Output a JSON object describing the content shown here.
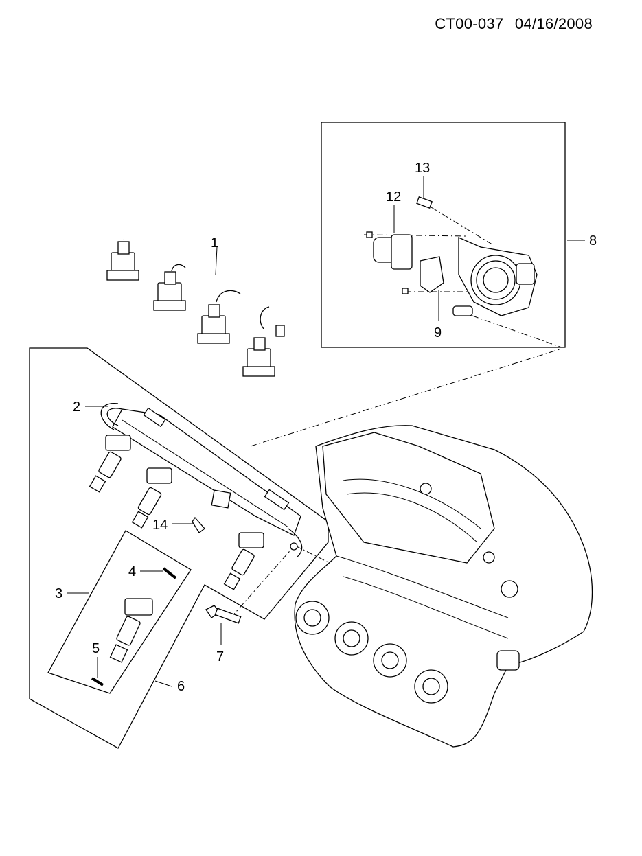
{
  "header": {
    "doc_code": "CT00-037",
    "doc_date": "04/16/2008"
  },
  "callouts": {
    "c1": "1",
    "c2": "2",
    "c3": "3",
    "c4": "4",
    "c5": "5",
    "c6": "6",
    "c7": "7",
    "c8": "8",
    "c9": "9",
    "c12": "12",
    "c13": "13",
    "c14": "14"
  }
}
